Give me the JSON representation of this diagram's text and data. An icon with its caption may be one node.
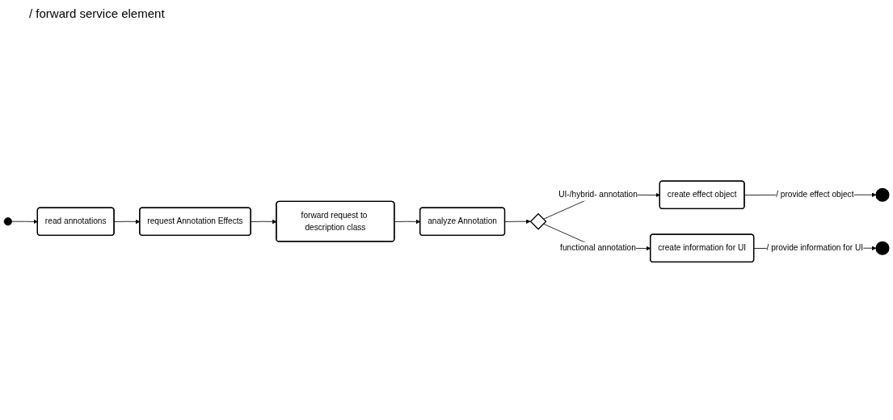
{
  "diagram": {
    "title": "/ forward service element",
    "nodes": [
      {
        "text": [],
        "shape": "circle"
      },
      {
        "text": [
          "read annotations"
        ]
      },
      {
        "text": [
          "request Annotation Effects"
        ]
      },
      {
        "text": [
          "forward request to description class"
        ]
      },
      {
        "text": [
          "analyze Annotation"
        ]
      },
      {
        "text": [],
        "shape": "diamond"
      },
      {
        "text": [
          "create effect object"
        ]
      },
      {
        "text": [
          "create information for UI"
        ]
      },
      {
        "text": [],
        "shape": "circle"
      },
      {
        "text": [],
        "shape": "circle"
      }
    ],
    "edges": [
      {
        "from": 0,
        "to": 1,
        "arrow": "to"
      },
      {
        "from": 1,
        "to": 2,
        "arrow": "to"
      },
      {
        "from": 2,
        "to": 3,
        "arrow": "to"
      },
      {
        "from": 3,
        "to": 4,
        "arrow": "to"
      },
      {
        "from": 4,
        "to": 5,
        "arrow": "to"
      },
      {
        "from": 5,
        "to": 6,
        "label": "UI-/hybrid- annotation",
        "arrow": "to"
      },
      {
        "from": 5,
        "to": 7,
        "label": "functional annotation",
        "arrow": "to"
      },
      {
        "from": 6,
        "to": 8,
        "label": "/ provide effect object",
        "arrow": "to"
      },
      {
        "from": 7,
        "to": 9,
        "label": "/ provide information for UI",
        "arrow": "to"
      }
    ]
  }
}
